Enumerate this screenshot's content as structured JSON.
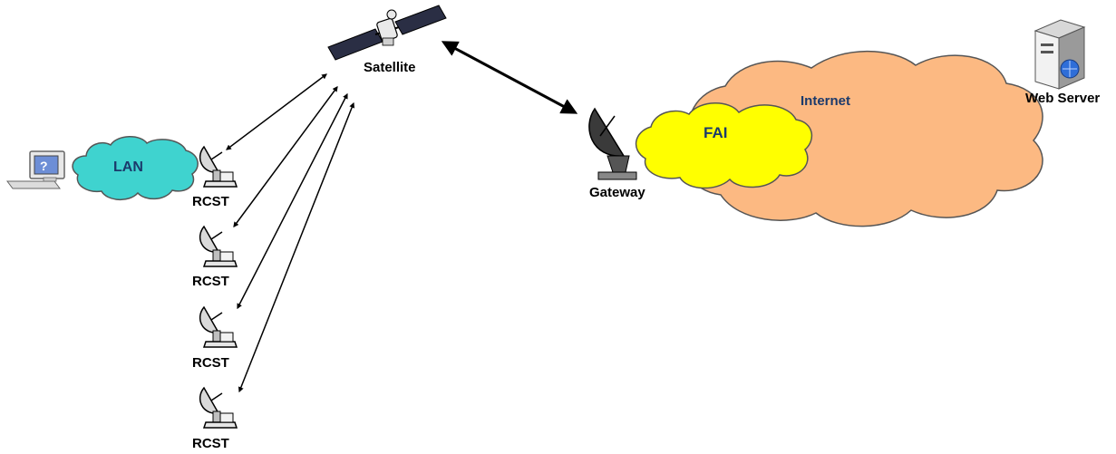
{
  "labels": {
    "satellite": "Satellite",
    "lan": "LAN",
    "rcst": "RCST",
    "internet": "Internet",
    "fai": "FAI",
    "gateway": "Gateway",
    "web_server": "Web Server"
  },
  "colors": {
    "lan_cloud": "#3fd3cf",
    "fai_cloud": "#ffff00",
    "internet_cloud": "#fcb982",
    "cloud_label": "#1b3a6b",
    "arrow": "#000000"
  },
  "icons": {
    "satellite": "satellite-icon",
    "terminal": "satellite-dish-icon",
    "gateway": "gateway-antenna-icon",
    "server": "web-server-icon",
    "computer": "computer-icon"
  }
}
